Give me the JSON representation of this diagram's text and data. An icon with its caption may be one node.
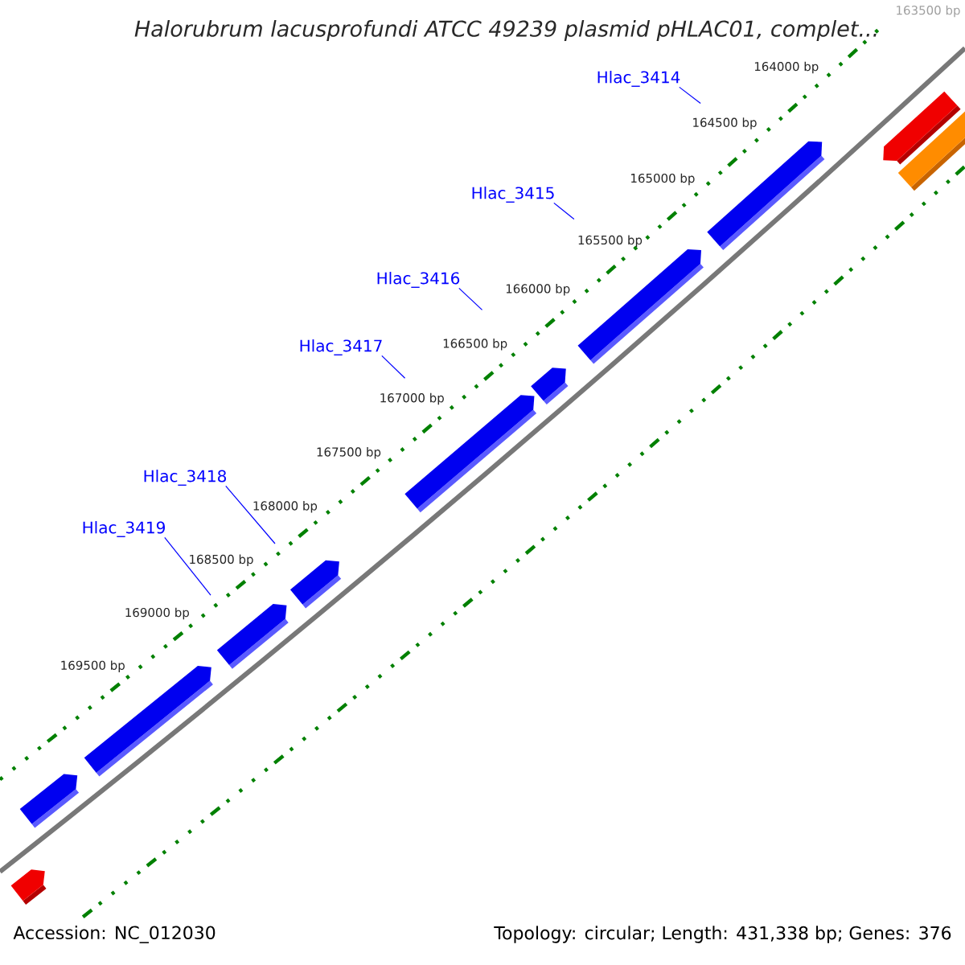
{
  "diagram": {
    "title": "*Halorubrum lacusprofundi* ATCC 49239 plasmid pHLAC01, complet...",
    "nodes": [
      {
        "text": [
          "Hlac_3414"
        ]
      },
      {
        "text": [
          "Hlac_3415"
        ]
      },
      {
        "text": [
          "Hlac_3416"
        ]
      },
      {
        "text": [
          "Hlac_3417"
        ]
      },
      {
        "text": [
          "Hlac_3418"
        ]
      },
      {
        "text": [
          "Hlac_3419"
        ]
      }
    ],
    "edges": [
      {
        "from": 0,
        "to": null,
        "arrow": "none"
      },
      {
        "from": 1,
        "to": null,
        "arrow": "none"
      },
      {
        "from": 2,
        "to": null,
        "arrow": "none"
      },
      {
        "from": 3,
        "to": null,
        "arrow": "none"
      },
      {
        "from": 4,
        "to": null,
        "arrow": "none"
      },
      {
        "from": 5,
        "to": null,
        "arrow": "none"
      }
    ],
    "labels": [
      "163500 bp",
      "164000 bp",
      "164500 bp",
      "165000 bp",
      "165500 bp",
      "166000 bp",
      "166500 bp",
      "167000 bp",
      "167500 bp",
      "168000 bp",
      "168500 bp",
      "169000 bp",
      "169500 bp",
      "Accession: NC_012030",
      "Topology: circular; Length: 431,338 bp; Genes: 376"
    ]
  }
}
